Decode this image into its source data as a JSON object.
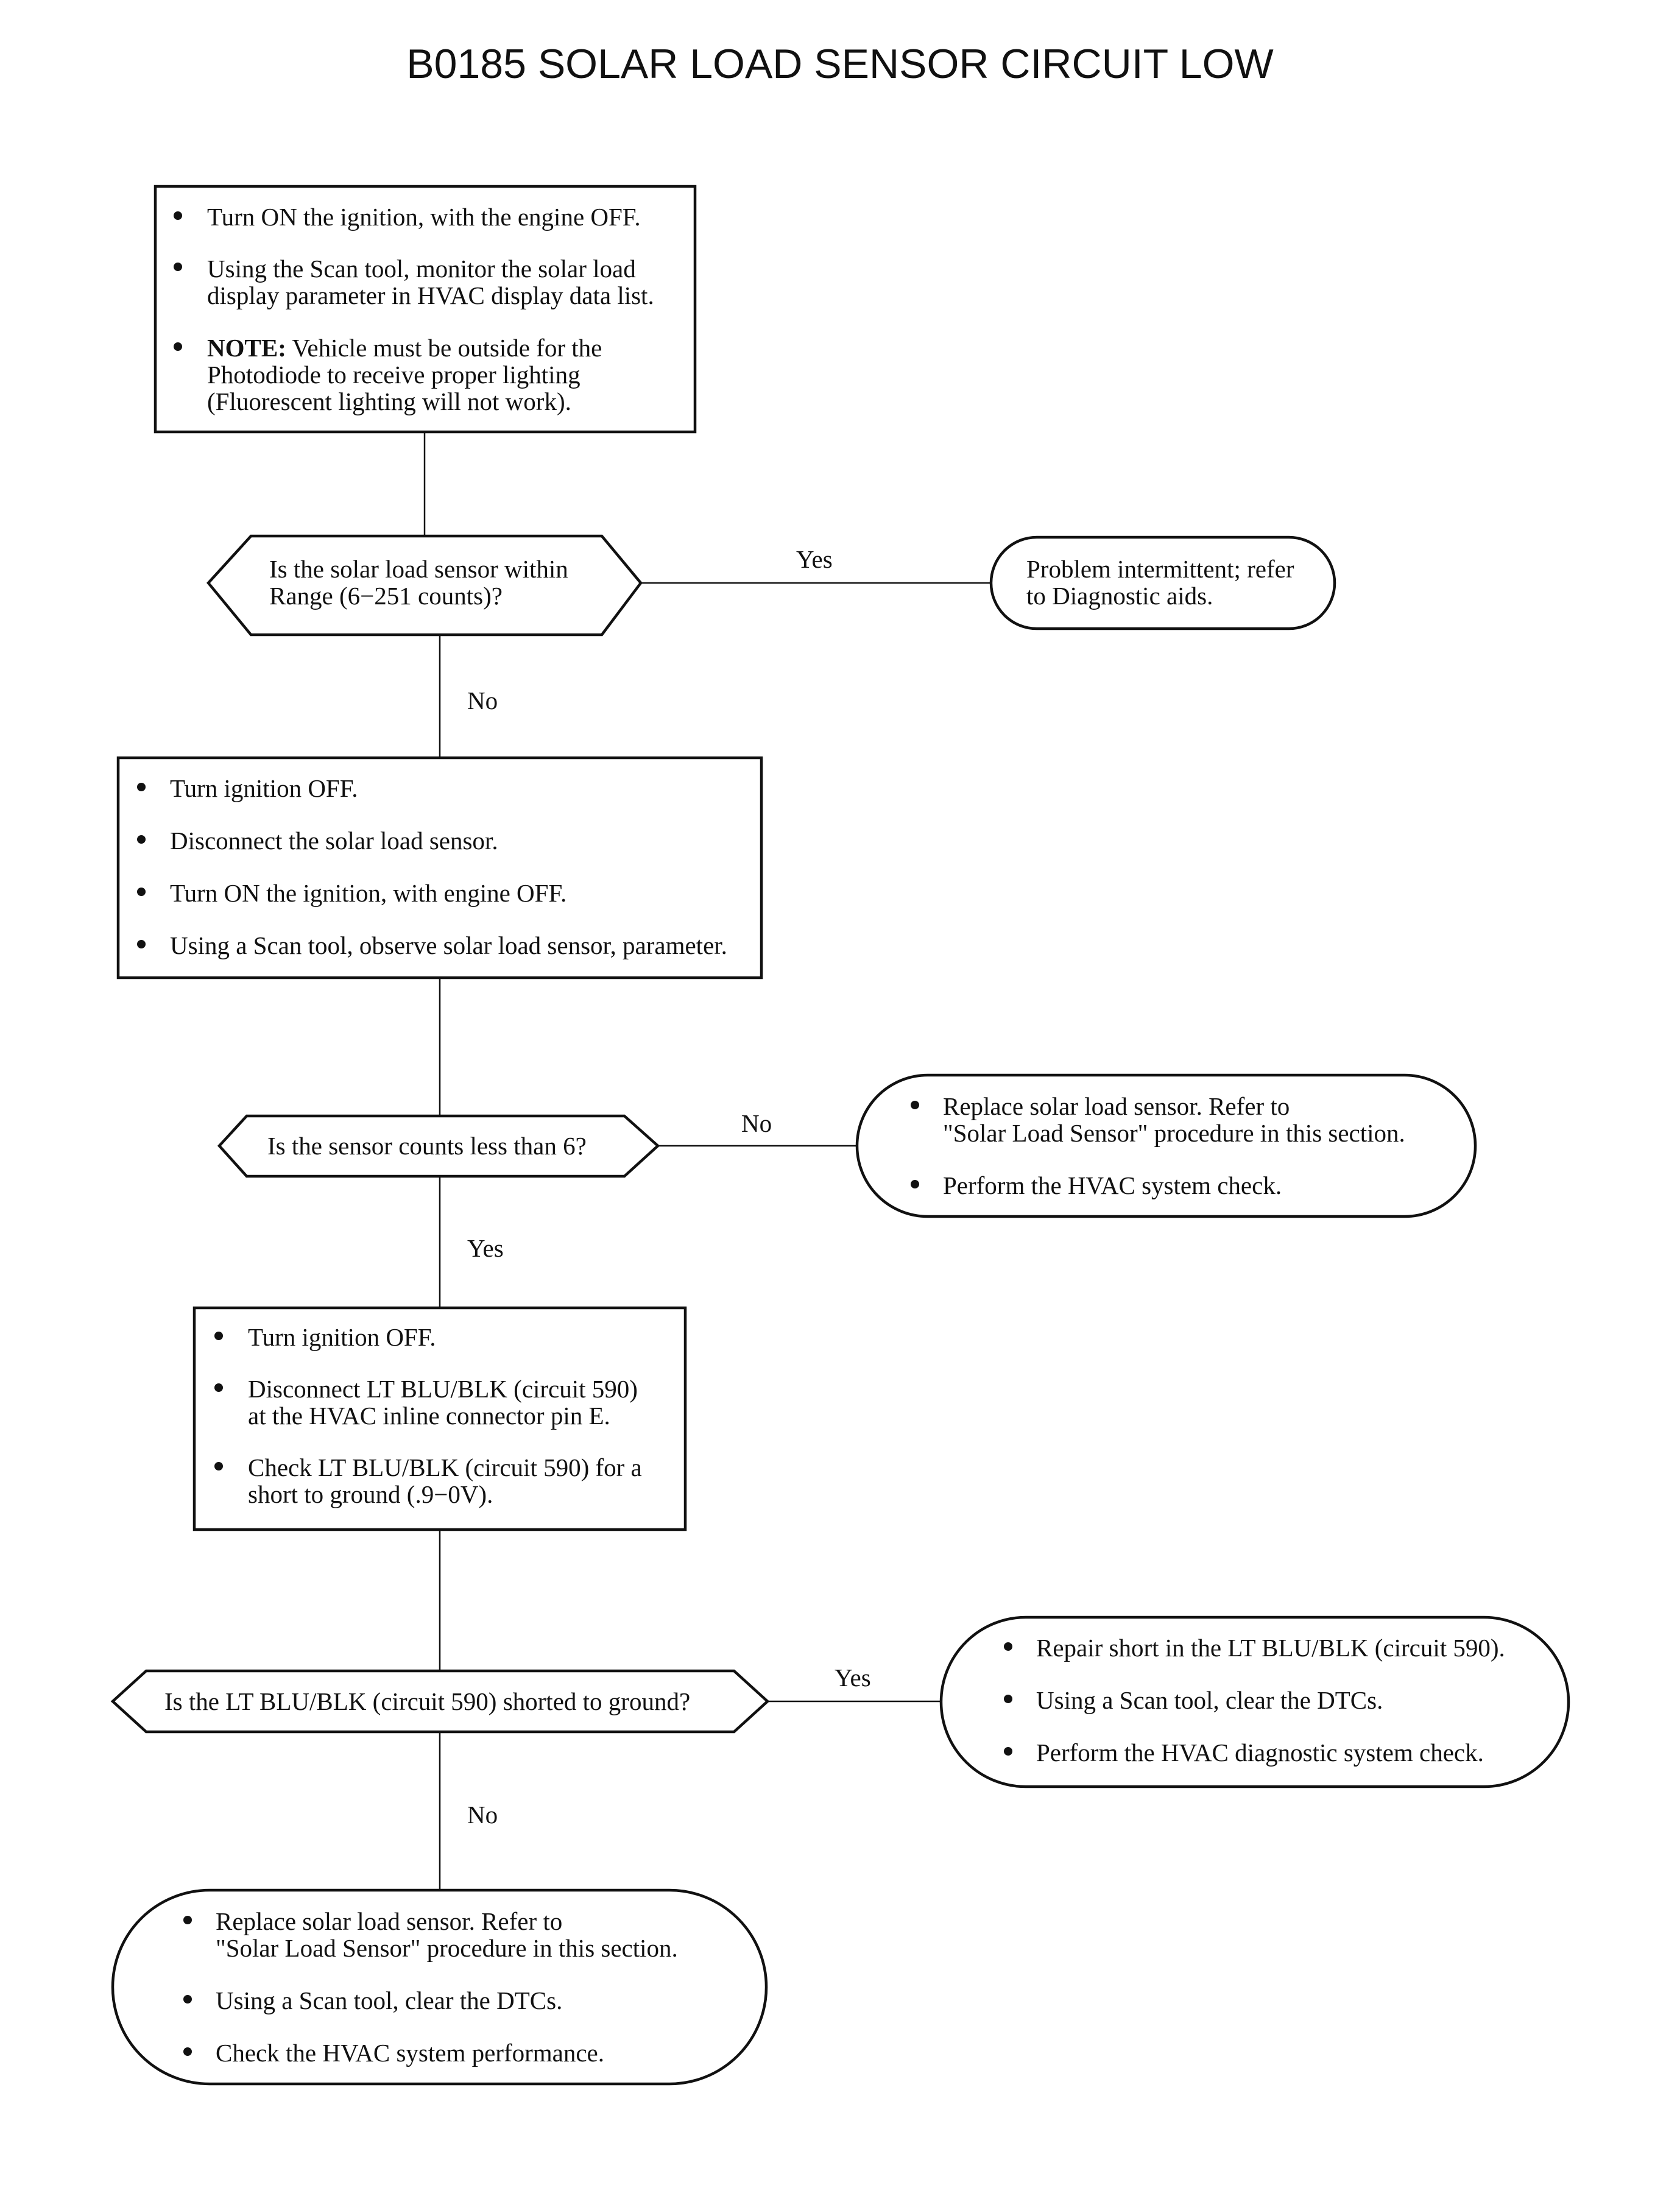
{
  "title": "B0185 SOLAR LOAD SENSOR CIRCUIT LOW",
  "steps": {
    "step1": {
      "items": [
        {
          "lines": [
            "Turn ON the ignition, with the engine OFF."
          ]
        },
        {
          "lines": [
            "Using the Scan tool, monitor the solar load",
            "display parameter in HVAC display data list."
          ]
        },
        {
          "bold": "NOTE:",
          "lines": [
            " Vehicle must be outside for the",
            "Photodiode to receive proper lighting",
            "(Fluorescent lighting will not work)."
          ]
        }
      ]
    },
    "decision1": {
      "lines": [
        "Is the solar load sensor within",
        "Range (6−251 counts)?"
      ]
    },
    "result1": {
      "lines": [
        "Problem intermittent; refer",
        "to Diagnostic aids."
      ]
    },
    "step2": {
      "items": [
        {
          "lines": [
            "Turn ignition OFF."
          ]
        },
        {
          "lines": [
            "Disconnect the solar load sensor."
          ]
        },
        {
          "lines": [
            "Turn ON the ignition, with engine OFF."
          ]
        },
        {
          "lines": [
            "Using a Scan tool, observe solar load sensor, parameter."
          ]
        }
      ]
    },
    "decision2": {
      "lines": [
        "Is the sensor counts less than 6?"
      ]
    },
    "result2": {
      "items": [
        {
          "lines": [
            "Replace solar load sensor. Refer to",
            "\"Solar Load Sensor\" procedure in this section."
          ]
        },
        {
          "lines": [
            "Perform the HVAC system check."
          ]
        }
      ]
    },
    "step3": {
      "items": [
        {
          "lines": [
            "Turn ignition OFF."
          ]
        },
        {
          "lines": [
            "Disconnect LT BLU/BLK (circuit 590)",
            "at the HVAC inline connector pin E."
          ]
        },
        {
          "lines": [
            "Check LT BLU/BLK (circuit 590) for a",
            "short to ground (.9−0V)."
          ]
        }
      ]
    },
    "decision3": {
      "lines": [
        "Is the LT BLU/BLK (circuit 590) shorted to ground?"
      ]
    },
    "result3": {
      "items": [
        {
          "lines": [
            "Repair short in the LT BLU/BLK (circuit 590)."
          ]
        },
        {
          "lines": [
            "Using a Scan tool, clear the DTCs."
          ]
        },
        {
          "lines": [
            "Perform the HVAC diagnostic system check."
          ]
        }
      ]
    },
    "result4": {
      "items": [
        {
          "lines": [
            "Replace solar load sensor. Refer to",
            "\"Solar Load Sensor\" procedure in this section."
          ]
        },
        {
          "lines": [
            "Using a Scan tool, clear the DTCs."
          ]
        },
        {
          "lines": [
            "Check the HVAC system performance."
          ]
        }
      ]
    }
  },
  "edges": {
    "d1_yes": "Yes",
    "d1_no": "No",
    "d2_no": "No",
    "d2_yes": "Yes",
    "d3_yes": "Yes",
    "d3_no": "No"
  }
}
